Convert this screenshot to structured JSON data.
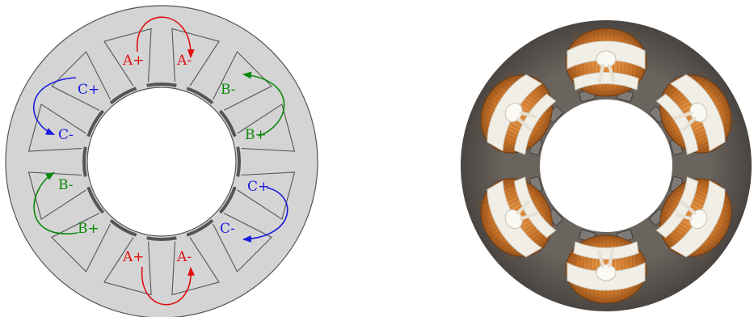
{
  "colors": {
    "phase_a": "#e01010",
    "phase_b": "#0a8a0a",
    "phase_c": "#1a1ae0",
    "stator_fill": "#d4d4d4",
    "stator_line": "#555555",
    "lamination": "#5f5a55",
    "copper": "#c8742a",
    "tape": "#f1eee6"
  },
  "diagram": {
    "labels": {
      "a_plus_top": "A+",
      "a_minus_top": "A-",
      "b_minus_right": "B-",
      "b_plus_right": "B+",
      "c_plus_right": "C+",
      "c_minus_right": "C-",
      "a_plus_bottom": "A+",
      "a_minus_bottom": "A-",
      "b_plus_left": "B+",
      "b_minus_left": "B-",
      "c_minus_left": "C-",
      "c_plus_left": "C+"
    }
  },
  "photo": {
    "coil_count": 6,
    "description_icon": "wound-stator-photo"
  }
}
